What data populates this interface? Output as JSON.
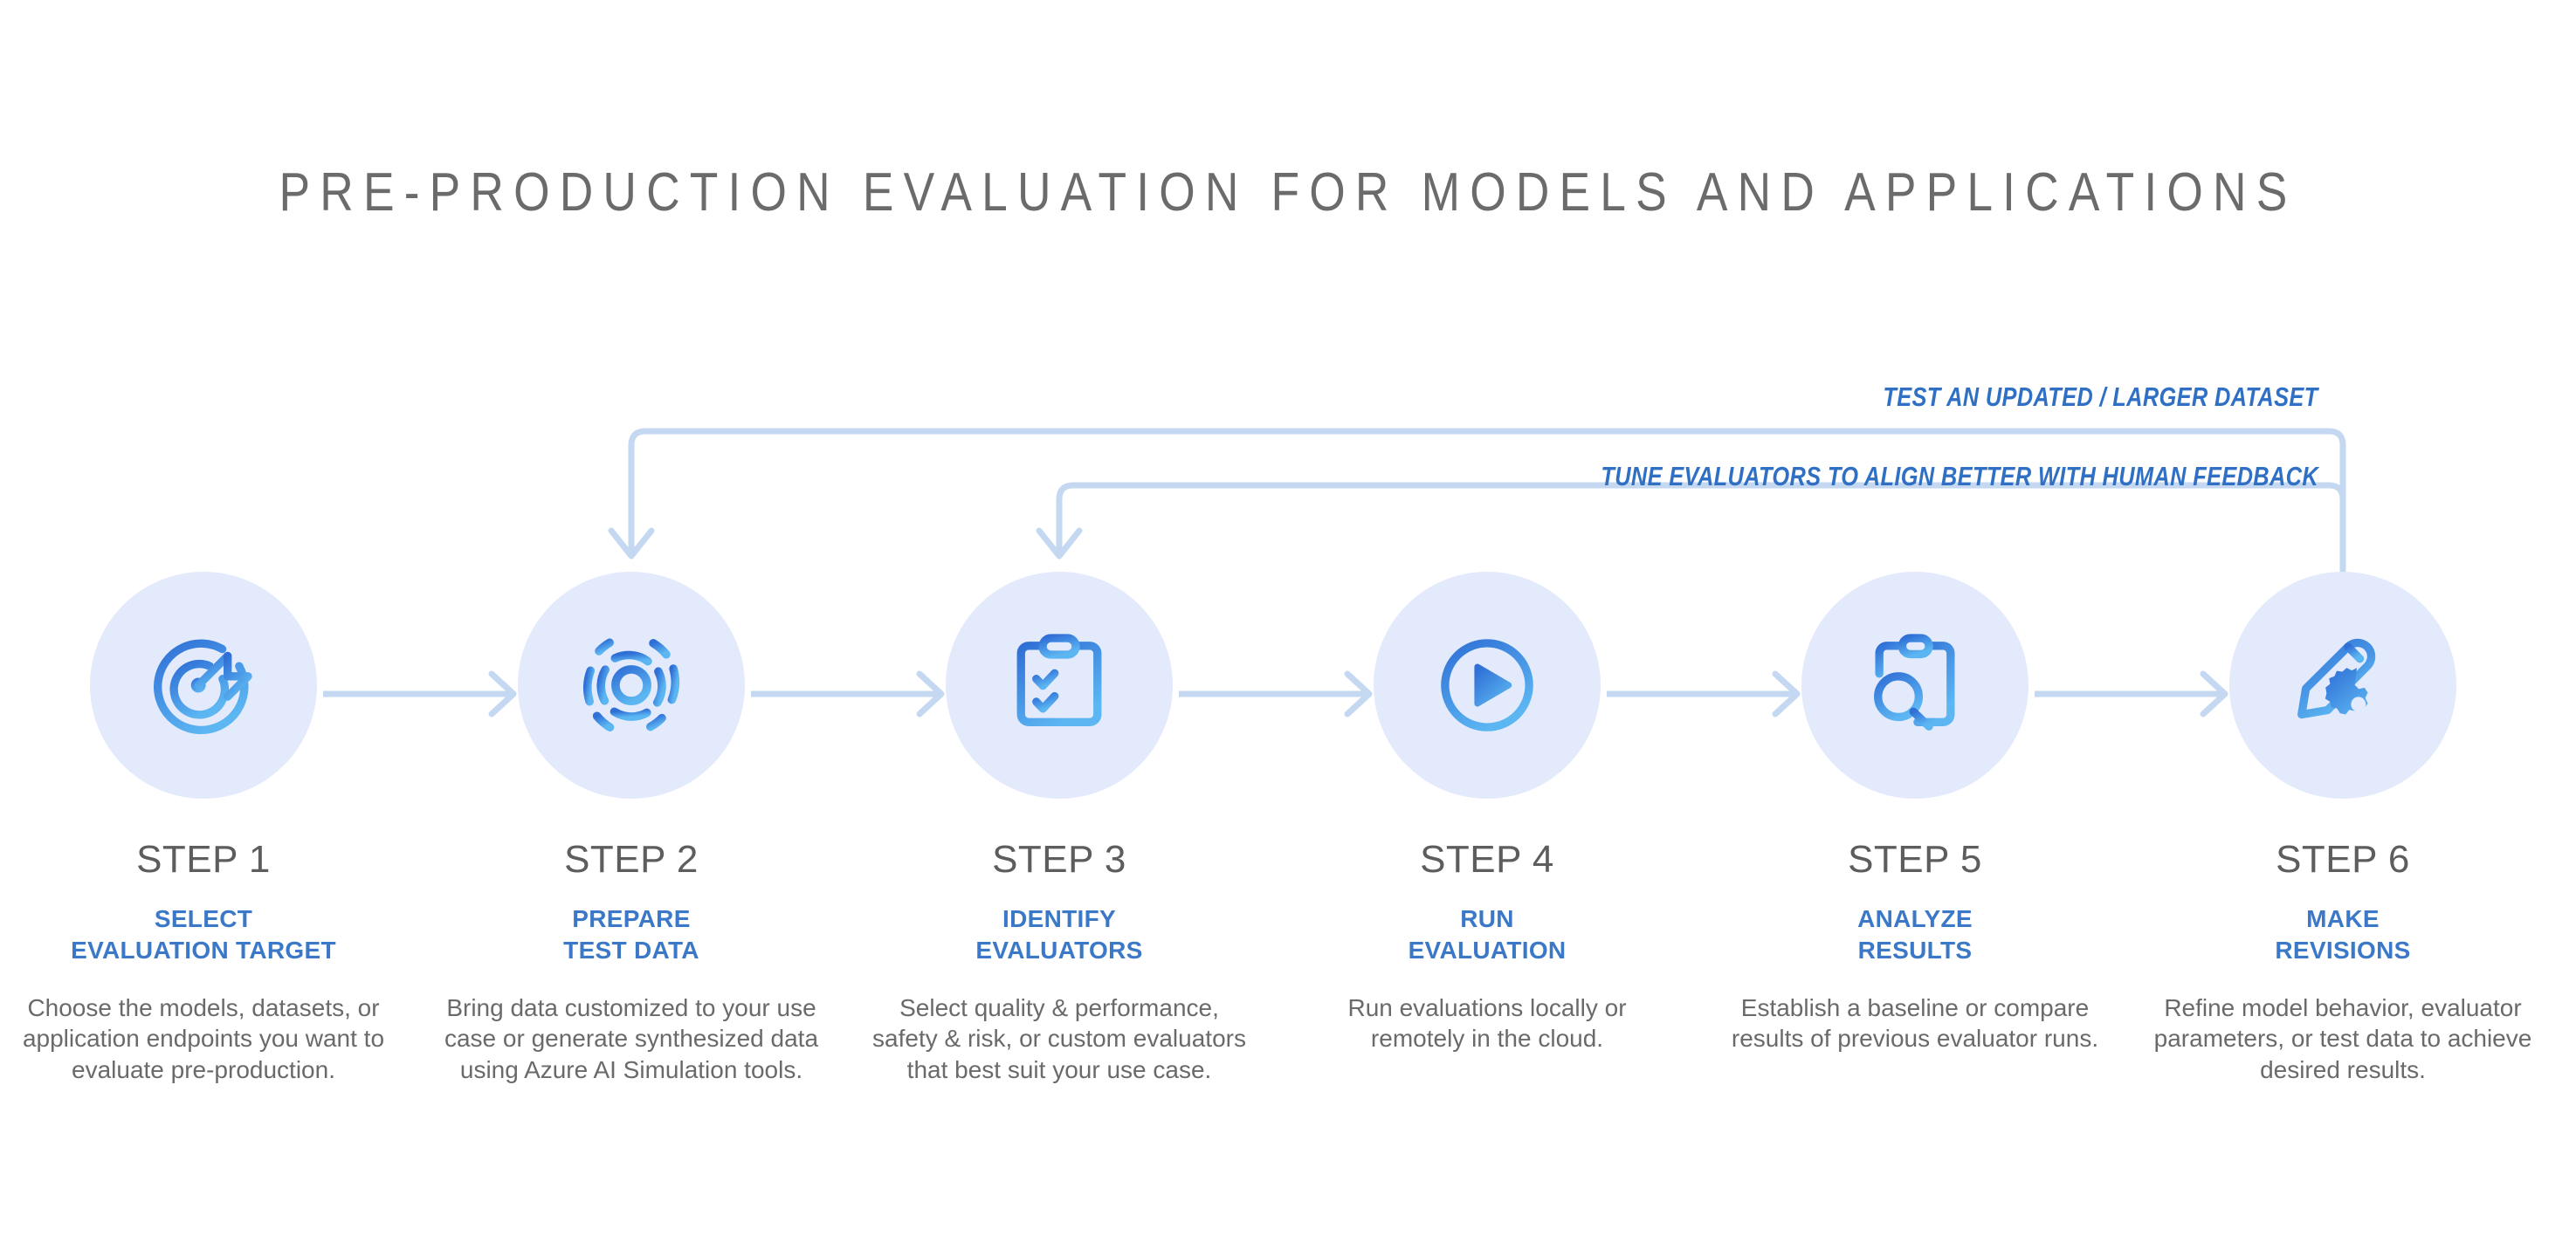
{
  "page": {
    "title": "PRE-PRODUCTION EVALUATION FOR MODELS AND APPLICATIONS",
    "background_color": "#ffffff"
  },
  "colors": {
    "title_gray": "#6b6b6b",
    "step_blue": "#3b78c8",
    "loop_label_blue": "#2f6fc4",
    "circle_fill": "#e3eafb",
    "connector_blue": "#c5d8f2",
    "icon_gradient_start": "#2f6fd6",
    "icon_gradient_end": "#5ab4f0",
    "body_gray": "#6a6a6a"
  },
  "loops": [
    {
      "id": "loop-test-dataset",
      "label": "TEST AN UPDATED / LARGER DATASET",
      "from_step": 6,
      "to_step": 2
    },
    {
      "id": "loop-tune-evaluators",
      "label": "TUNE EVALUATORS TO ALIGN BETTER WITH HUMAN FEEDBACK",
      "from_step": 6,
      "to_step": 3
    }
  ],
  "steps": [
    {
      "number": "STEP 1",
      "title": "SELECT\nEVALUATION TARGET",
      "title_line1": "SELECT",
      "title_line2": "EVALUATION TARGET",
      "description": "Choose the models, datasets, or application endpoints you want to evaluate pre-production.",
      "icon": "target-arrow-icon"
    },
    {
      "number": "STEP 2",
      "title": "PREPARE\nTEST DATA",
      "title_line1": "PREPARE",
      "title_line2": "TEST DATA",
      "description": "Bring data customized to your use case or generate synthesized data using Azure AI Simulation tools.",
      "icon": "concentric-rings-icon"
    },
    {
      "number": "STEP 3",
      "title": "IDENTIFY\nEVALUATORS",
      "title_line1": "IDENTIFY",
      "title_line2": "EVALUATORS",
      "description": "Select quality & performance, safety & risk, or custom evaluators that best suit your use case.",
      "icon": "clipboard-checklist-icon"
    },
    {
      "number": "STEP 4",
      "title": "RUN\nEVALUATION",
      "title_line1": "RUN",
      "title_line2": "EVALUATION",
      "description": "Run evaluations locally or remotely in the cloud.",
      "icon": "play-circle-icon"
    },
    {
      "number": "STEP 5",
      "title": "ANALYZE\nRESULTS",
      "title_line1": "ANALYZE",
      "title_line2": "RESULTS",
      "description": "Establish a baseline or compare results of previous evaluator runs.",
      "icon": "clipboard-search-icon"
    },
    {
      "number": "STEP 6",
      "title": "MAKE\nREVISIONS",
      "title_line1": "MAKE",
      "title_line2": "REVISIONS",
      "description": "Refine model behavior, evaluator parameters, or test data to achieve desired results.",
      "icon": "pencil-gear-icon"
    }
  ]
}
